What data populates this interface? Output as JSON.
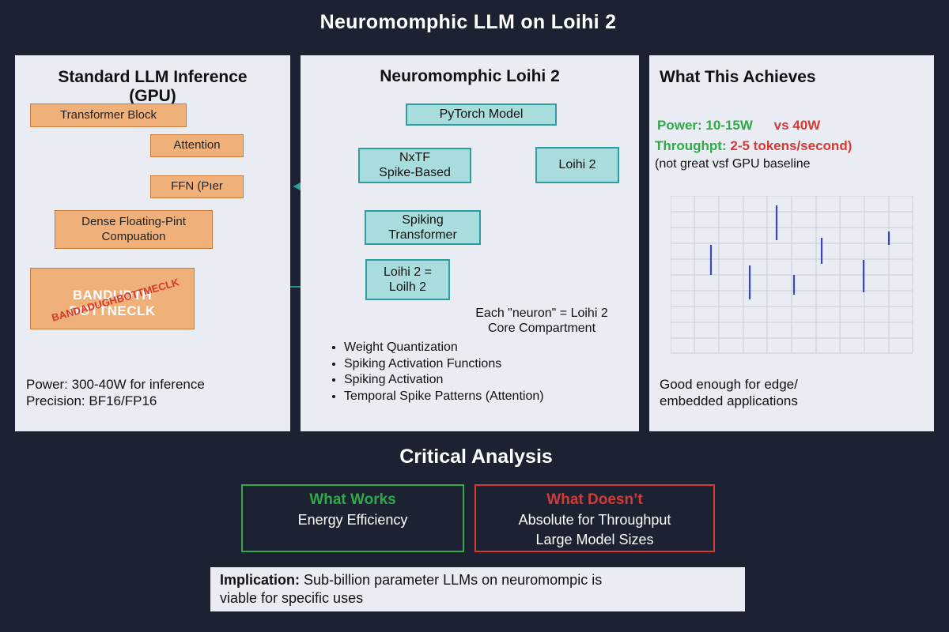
{
  "title": "Neuromomphic LLM on Loihi 2",
  "gpu_panel": {
    "title_line1": "Standard LLM Inference",
    "title_line2": "(GPU)",
    "boxes": {
      "transformer": "Transformer Block",
      "attention": "Attention",
      "ffn": "FFN (Pıer",
      "dense_line1": "Dense Floating-Pint",
      "dense_line2": "Compuation",
      "bandwidth_line1": "BANDUDTH",
      "bandwidth_line2": "DOTTNECLK",
      "stamp": "BANDADUGHBOTTMECLK"
    },
    "power": "Power: 300-40W for inference",
    "precision": "Precision: BF16/FP16"
  },
  "loihi_panel": {
    "title": "Neuromomphic Loihi 2",
    "boxes": {
      "pytorch": "PyTorch Model",
      "nxtf_line1": "NxTF",
      "nxtf_line2": "Spike-Based",
      "loihi2": "Loihi 2",
      "spiking_line1": "Spiking",
      "spiking_line2": "Transformer",
      "loihi_eq_line1": "Loihi 2 =",
      "loihi_eq_line2": "Loilh 2"
    },
    "neuron_note_line1": "Each \"neuron\" = Loihi 2",
    "neuron_note_line2": "Core Compartment",
    "bullets": [
      "Weight Quantization",
      "Spiking Activation Functions",
      "Spiking Activation",
      "Temporal Spike Patterns (Attention)"
    ]
  },
  "achieve_panel": {
    "title": "What This Achieves",
    "power_label": "Power: 10-15W",
    "power_vs": "vs 40W",
    "throughput_label": "Throughpt:",
    "throughput_value": "2-5 tokens/second)",
    "baseline_note": "(not great vsf GPU baseline",
    "conclusion_line1": "Good enough for edge/",
    "conclusion_line2": "embedded applications"
  },
  "critical": {
    "title": "Critical Analysis",
    "works_title": "What Works",
    "works_items": [
      "Energy Efficiency"
    ],
    "doesnt_title": "What Doesn’t",
    "doesnt_items": [
      "Absolute for Throughput",
      "Large Model Sizes"
    ]
  },
  "implication": {
    "label": "Implication:",
    "text_line1": " Sub-billion parameter LLMs on neuromompic is",
    "text_line2": "viable for specific uses"
  },
  "colors": {
    "background": "#1c2231",
    "panel": "#e9ecf2",
    "orange_box": "#f0b07a",
    "teal_box": "#a9dcdc",
    "teal_line": "#2a9fa0",
    "green": "#2faa48",
    "red": "#d53a36",
    "spike_blue": "#3a46c8"
  }
}
